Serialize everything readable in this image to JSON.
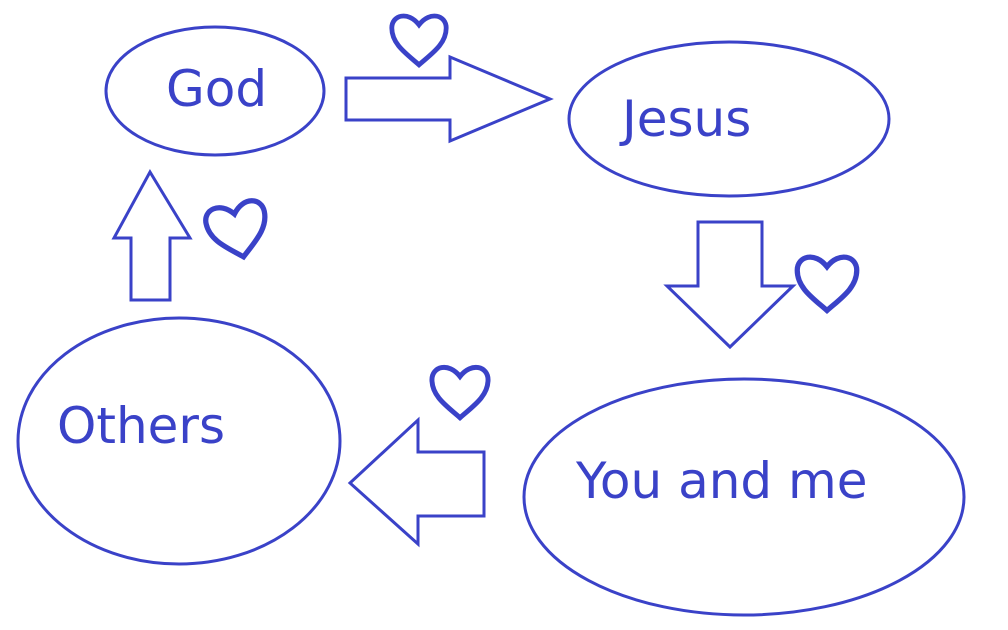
{
  "colors": {
    "stroke": "#3a42c8",
    "text": "#3a42c8",
    "background": "#ffffff"
  },
  "nodes": {
    "god": {
      "label": "God"
    },
    "jesus": {
      "label": "Jesus"
    },
    "you_and_me": {
      "label": "You and me"
    },
    "others": {
      "label": "Others"
    }
  },
  "arrows": [
    {
      "from": "God",
      "to": "Jesus",
      "direction": "right",
      "icon": "heart-icon"
    },
    {
      "from": "Jesus",
      "to": "You and me",
      "direction": "down",
      "icon": "heart-icon"
    },
    {
      "from": "You and me",
      "to": "Others",
      "direction": "left",
      "icon": "heart-icon"
    },
    {
      "from": "Others",
      "to": "God",
      "direction": "up",
      "icon": "heart-icon"
    }
  ]
}
